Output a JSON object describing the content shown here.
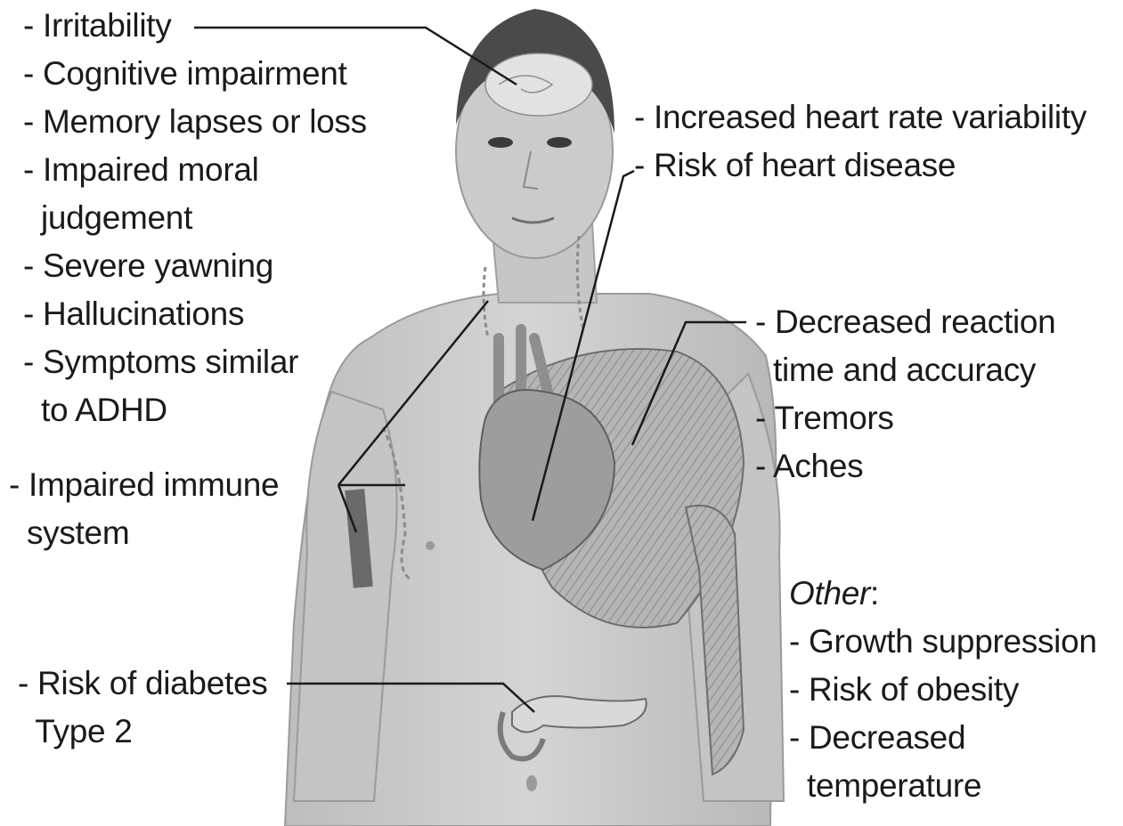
{
  "left_labels": {
    "brain": [
      "- Irritability",
      "- Cognitive impairment",
      "- Memory lapses or loss",
      "- Impaired moral",
      "  judgement",
      "- Severe yawning",
      "- Hallucinations",
      "- Symptoms similar",
      "  to ADHD"
    ],
    "immune": [
      "- Impaired immune",
      "  system"
    ],
    "diabetes": [
      "- Risk of diabetes",
      "  Type 2"
    ]
  },
  "right_labels": {
    "heart": [
      "- Increased heart rate variability",
      "- Risk of heart disease"
    ],
    "muscle": [
      "- Decreased reaction",
      "  time and accuracy",
      "- Tremors",
      "- Aches"
    ],
    "other_heading": "Other",
    "other_colon": ":",
    "other": [
      "- Growth suppression",
      "- Risk of obesity",
      "- Decreased",
      "  temperature"
    ]
  },
  "colors": {
    "skin": "#c9c9c9",
    "skin_shadow": "#a9a9a9",
    "hair": "#4a4a4a",
    "organ": "#8e8e8e",
    "line": "#1a1a1a"
  }
}
